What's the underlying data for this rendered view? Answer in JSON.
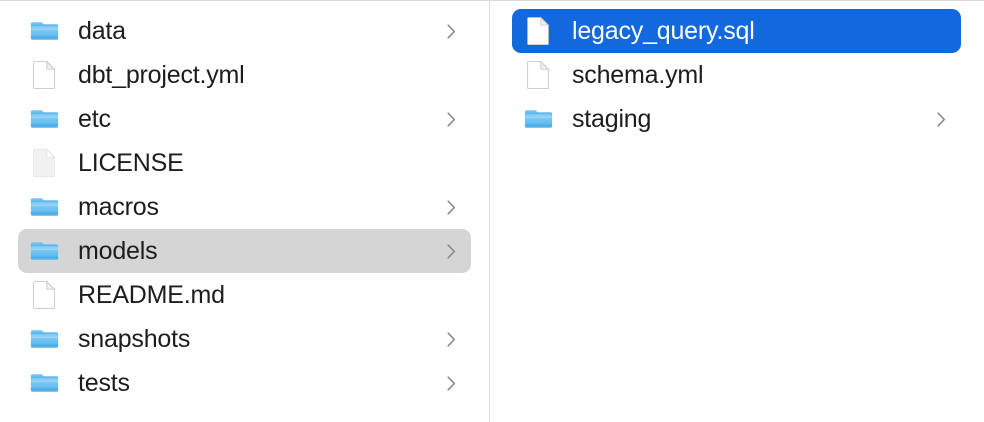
{
  "app": {
    "name": "Finder",
    "view_mode": "column",
    "colors": {
      "selection_active": "#1268dd",
      "selection_inactive": "#d5d5d5",
      "folder_icon": "#57b7f0",
      "text": "#1d1d1f",
      "selected_text": "#ffffff",
      "divider": "#dededf",
      "background": "#ffffff"
    }
  },
  "columns": [
    {
      "name": "project-column",
      "items": [
        {
          "label": "data",
          "kind": "folder",
          "icon": "folder-icon",
          "has_chevron": true,
          "selected": false,
          "selection_style": "none"
        },
        {
          "label": "dbt_project.yml",
          "kind": "file",
          "icon": "document-icon",
          "has_chevron": false,
          "selected": false,
          "selection_style": "none"
        },
        {
          "label": "etc",
          "kind": "folder",
          "icon": "folder-icon",
          "has_chevron": true,
          "selected": false,
          "selection_style": "none"
        },
        {
          "label": "LICENSE",
          "kind": "file",
          "icon": "plain-document-icon",
          "has_chevron": false,
          "selected": false,
          "selection_style": "none"
        },
        {
          "label": "macros",
          "kind": "folder",
          "icon": "folder-icon",
          "has_chevron": true,
          "selected": false,
          "selection_style": "none"
        },
        {
          "label": "models",
          "kind": "folder",
          "icon": "folder-icon",
          "has_chevron": true,
          "selected": true,
          "selection_style": "inactive"
        },
        {
          "label": "README.md",
          "kind": "file",
          "icon": "document-icon",
          "has_chevron": false,
          "selected": false,
          "selection_style": "none"
        },
        {
          "label": "snapshots",
          "kind": "folder",
          "icon": "folder-icon",
          "has_chevron": true,
          "selected": false,
          "selection_style": "none"
        },
        {
          "label": "tests",
          "kind": "folder",
          "icon": "folder-icon",
          "has_chevron": true,
          "selected": false,
          "selection_style": "none"
        }
      ]
    },
    {
      "name": "models-column",
      "items": [
        {
          "label": "legacy_query.sql",
          "kind": "file",
          "icon": "document-icon",
          "has_chevron": false,
          "selected": true,
          "selection_style": "active"
        },
        {
          "label": "schema.yml",
          "kind": "file",
          "icon": "document-icon",
          "has_chevron": false,
          "selected": false,
          "selection_style": "none"
        },
        {
          "label": "staging",
          "kind": "folder",
          "icon": "folder-icon",
          "has_chevron": true,
          "selected": false,
          "selection_style": "none"
        }
      ]
    }
  ]
}
